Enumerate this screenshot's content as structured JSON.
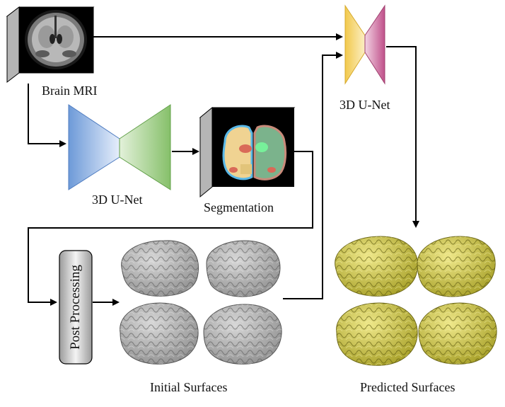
{
  "labels": {
    "brain_mri": "Brain MRI",
    "unet_top": "3D U-Net",
    "unet_seg": "3D U-Net",
    "segmentation": "Segmentation",
    "post_processing": "Post Processing",
    "initial_surfaces": "Initial Surfaces",
    "predicted_surfaces": "Predicted Surfaces"
  },
  "colors": {
    "unet_seg_encoder": "#6d9ad8",
    "unet_seg_decoder": "#86c06a",
    "unet_top_encoder": "#f2c94c",
    "unet_top_decoder": "#c0508a",
    "initial_surface": "#a9a9a9",
    "predicted_surface": "#cfc84a",
    "arrow": "#000000"
  }
}
